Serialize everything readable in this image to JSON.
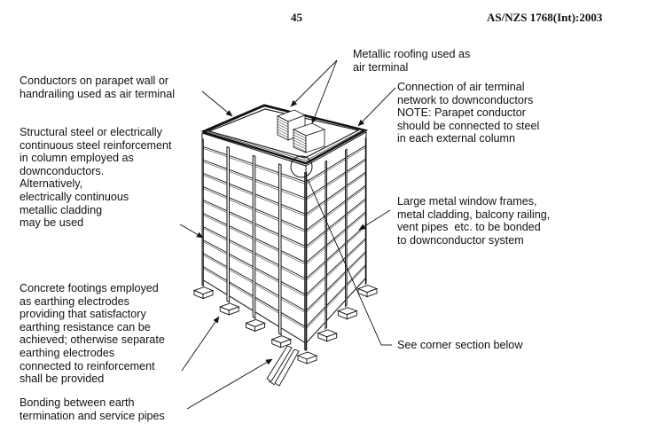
{
  "header": {
    "page_number": "45",
    "standard": "AS/NZS 1768(Int):2003"
  },
  "labels": {
    "roofing": "Metallic roofing used as\nair terminal",
    "parapet": "Conductors on parapet wall or\nhandrailing used as air terminal",
    "connection": "Connection of air terminal\nnetwork to downconductors\nNOTE: Parapet conductor\nshould be connected to steel\nin each external column",
    "structural": "Structural steel or electrically\ncontinuous steel reinforcement\nin column employed as\ndownconductors.\nAlternatively,\nelectrically continuous\nmetallic cladding\nmay be used",
    "window": "Large metal window frames,\nmetal cladding, balcony railing,\nvent pipes  etc. to be bonded\nto downconductor system",
    "footings": "Concrete footings employed\nas earthing electrodes\nproviding that satisfactory\nearthing resistance can be\nachieved; otherwise separate\nearthing electrodes\nconnected to reinforcement\nshall be provided",
    "corner": "See corner section below",
    "bonding": "Bonding between earth\ntermination and service pipes"
  }
}
